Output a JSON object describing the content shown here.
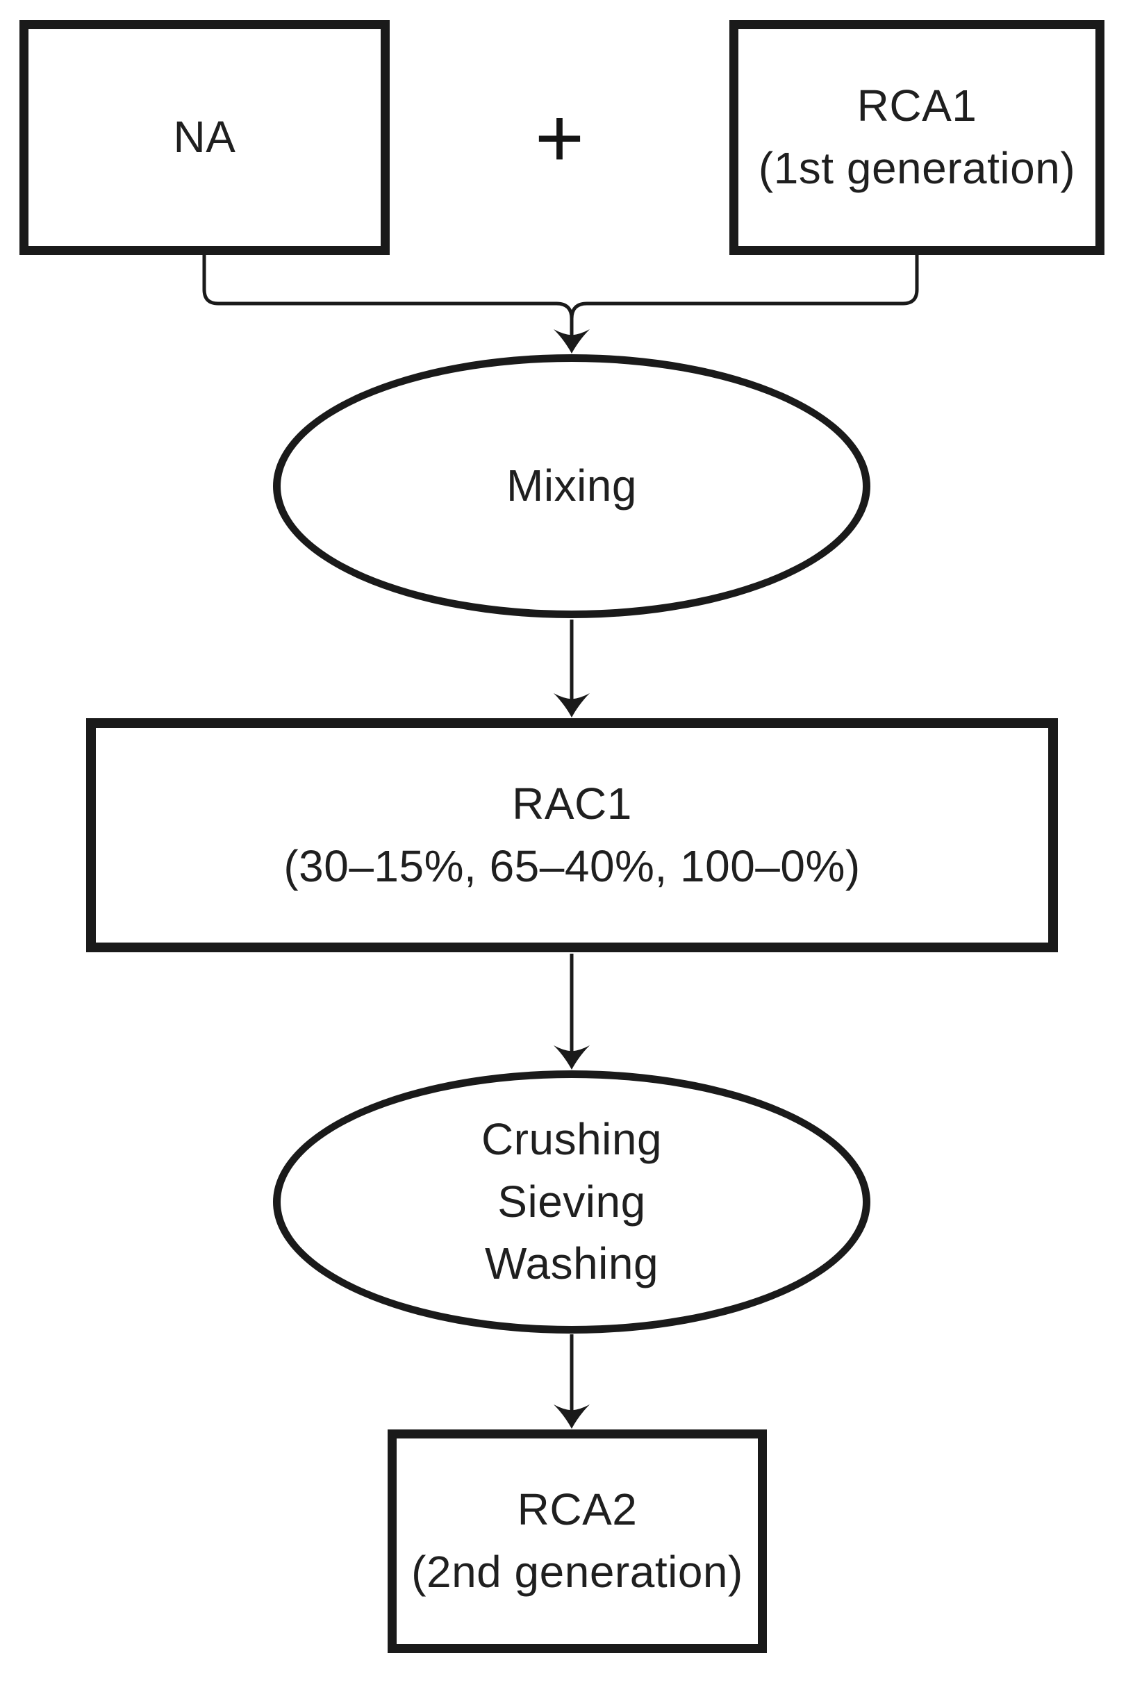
{
  "diagram": {
    "nodes": {
      "na": {
        "label": "NA"
      },
      "rca1": {
        "label": "RCA1",
        "sub": "(1st generation)"
      },
      "mixing": {
        "label": "Mixing"
      },
      "rac1": {
        "label": "RAC1",
        "sub": "(30–15%, 65–40%, 100–0%)"
      },
      "crushing": {
        "lines": [
          "Crushing",
          "Sieving",
          "Washing"
        ]
      },
      "rca2": {
        "label": "RCA2",
        "sub": "(2nd generation)"
      }
    },
    "operators": {
      "plus": "+"
    },
    "colors": {
      "stroke": "#1a1a1a",
      "text": "#1f1f1f",
      "background": "#ffffff"
    }
  }
}
